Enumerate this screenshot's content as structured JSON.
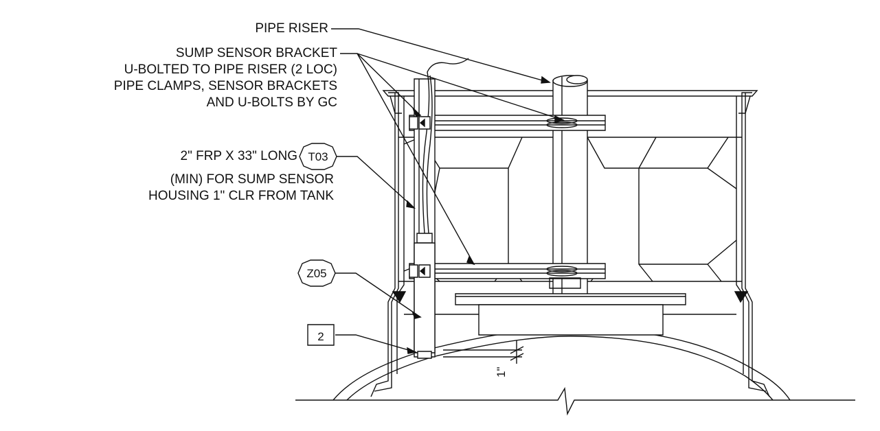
{
  "notes": {
    "pipe_riser": "PIPE RISER",
    "sump_sensor_bracket": [
      "SUMP SENSOR BRACKET",
      "U-BOLTED TO PIPE RISER (2 LOC)",
      "PIPE CLAMPS, SENSOR BRACKETS",
      "AND U-BOLTS BY GC"
    ],
    "frp_housing": [
      "2\" FRP X 33\" LONG",
      "(MIN) FOR SUMP SENSOR",
      "HOUSING 1\" CLR FROM TANK"
    ]
  },
  "tags": {
    "hex_t03": "T03",
    "hex_z05": "Z05",
    "box_2": "2"
  },
  "dimension": {
    "clearance": "1\""
  },
  "colors": {
    "line": "#111111",
    "background": "#ffffff"
  }
}
